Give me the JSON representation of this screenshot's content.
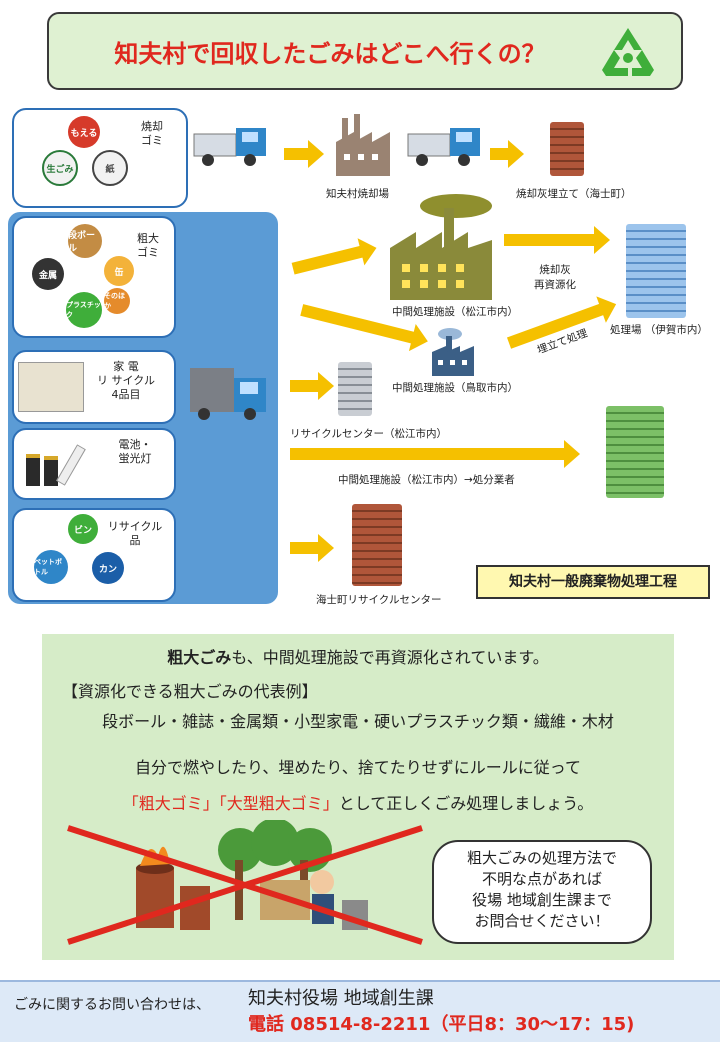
{
  "header": {
    "title": "知夫村で回収したごみはどこへ行くの？"
  },
  "categories": {
    "burnable": {
      "title": "焼却\nゴミ",
      "icons": [
        "もえる",
        "生ごみ",
        "紙"
      ]
    },
    "bulky": {
      "title": "粗大\nゴミ",
      "icons": [
        "段ボール",
        "缶",
        "金属",
        "そのほか",
        "プラスチック"
      ]
    },
    "appliance": {
      "title": "家 電\nリ サイクル\n4品目"
    },
    "battery": {
      "title": "電池・\n蛍光灯"
    },
    "recycle": {
      "title": "リサイクル\n品",
      "icons": [
        "ビン",
        "ペットボトル",
        "カン"
      ]
    }
  },
  "flow": {
    "incinerator": "知夫村焼却場",
    "ash_landfill": "焼却灰埋立て（海士町）",
    "mid_matsue": "中間処理施設（松江市内）",
    "ash_recycle": "焼却灰\n再資源化",
    "disposal": "処理場 （伊賀市内）",
    "landfill_label": "埋立て処理",
    "mid_tottori": "中間処理施設（鳥取市内）",
    "recycle_center": "リサイクルセンター（松江市内）",
    "mid_matsue_contractor": "中間処理施設（松江市内）→処分業者",
    "ama_center": "海士町リサイクルセンター",
    "process_label": "知夫村一般廃棄物処理工程"
  },
  "info": {
    "line1_bold": "粗大ごみ",
    "line1_rest": "も、中間処理施設で再資源化されています。",
    "line2": "【資源化できる粗大ごみの代表例】",
    "line3": "段ボール・雑誌・金属類・小型家電・硬いプラスチック類・繊維・木材",
    "line4": "自分で燃やしたり、埋めたり、捨てたりせずにルールに従って",
    "line5_red": "「粗大ゴミ」「大型粗大ゴミ」",
    "line5_rest": "として正しくごみ処理しましょう。",
    "bubble": "粗大ごみの処理方法で\n不明な点があれば\n役場 地域創生課まで\nお問合せください！"
  },
  "footer": {
    "lead": "ごみに関するお問い合わせは、",
    "office": "知夫村役場 地域創生課",
    "phone": "電話 08514-8-2211（平日8：30〜17：15)"
  },
  "colors": {
    "red": "#e0281e",
    "arrow": "#f5c000",
    "panel_blue": "#5b9bd5",
    "green_bg": "#d6ecc8"
  }
}
